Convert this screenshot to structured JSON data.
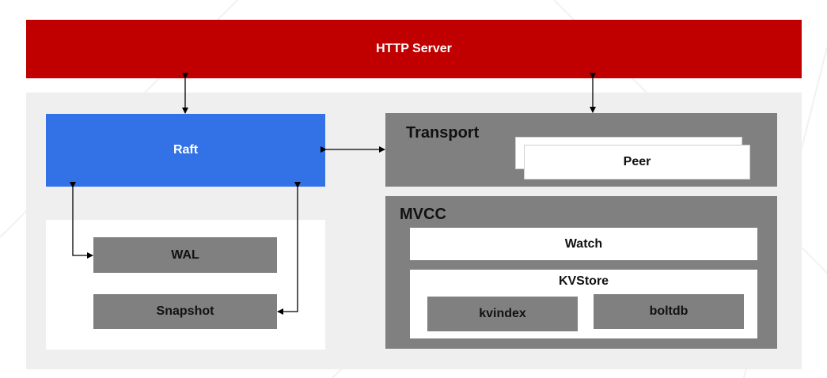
{
  "http_server": {
    "label": "HTTP Server"
  },
  "raft": {
    "label": "Raft"
  },
  "storage": {
    "wal_label": "WAL",
    "snapshot_label": "Snapshot"
  },
  "transport": {
    "label": "Transport",
    "peer_label": "Peer"
  },
  "mvcc": {
    "label": "MVCC",
    "watch_label": "Watch",
    "kvstore_label": "KVStore",
    "kvindex_label": "kvindex",
    "boltdb_label": "boltdb"
  },
  "colors": {
    "http_server_bg": "#c00000",
    "raft_bg": "#3271e6",
    "module_gray": "#808080",
    "panel_bg": "#efefef",
    "text_white": "#ffffff",
    "text_dark": "#111111"
  }
}
